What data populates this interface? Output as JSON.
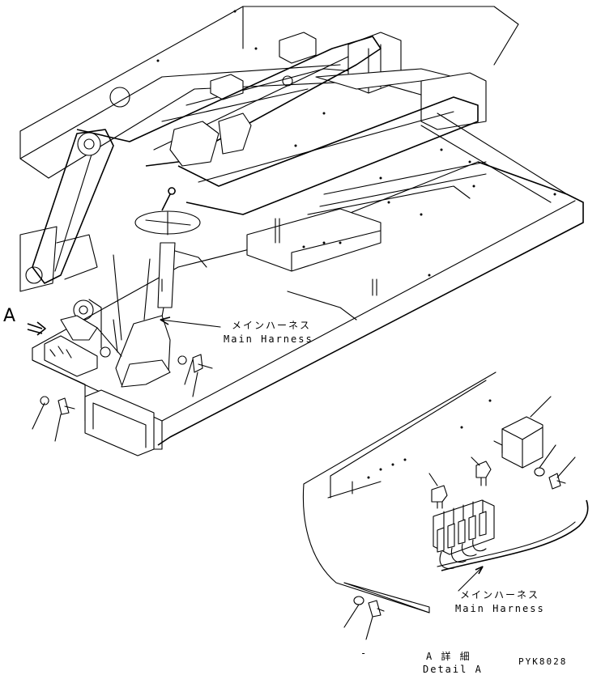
{
  "labels": {
    "view_arrow_letter": "A",
    "harness_upper_jp": "メインハーネス",
    "harness_upper_en": "Main Harness",
    "harness_lower_jp": "メインハーネス",
    "harness_lower_en": "Main Harness",
    "detail_jp": "A 詳 細",
    "detail_en": "Detail A",
    "drawing_code": "PYK8028",
    "dash_mark": "-"
  }
}
